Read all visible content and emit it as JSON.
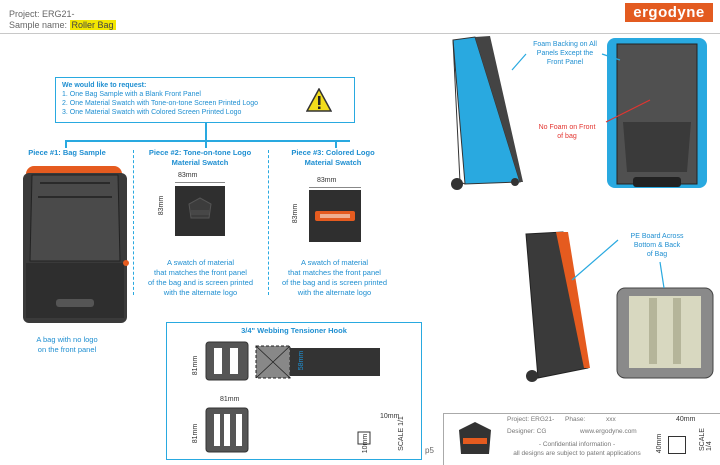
{
  "header": {
    "project_label": "Project: ERG21-",
    "sample_label": "Sample name:",
    "sample_value": "Roller Bag"
  },
  "brand": {
    "logo": "ergodyne"
  },
  "request": {
    "title": "We would like to request:",
    "items": [
      "1. One Bag Sample with a Blank Front Panel",
      "2. One Material Swatch with Tone-on-tone Screen Printed Logo",
      "3. One Material Swatch with Colored Screen Printed Logo"
    ],
    "icon": "warning-icon"
  },
  "piece1": {
    "title": "Piece #1: Bag Sample",
    "caption_1": "A bag with no logo",
    "caption_2": "on the front panel"
  },
  "piece2": {
    "title_1": "Piece #2: Tone-on-tone Logo",
    "title_2": "Material Swatch",
    "w": "83mm",
    "h": "83mm",
    "caption": [
      "A swatch of material",
      "that matches the front panel",
      "of the bag and is screen printed",
      "with the alternate logo"
    ]
  },
  "piece3": {
    "title_1": "Piece #3: Colored Logo",
    "title_2": "Material Swatch",
    "w": "83mm",
    "h": "83mm",
    "caption": [
      "A swatch of material",
      "that matches the front panel",
      "of the bag and is screen printed",
      "with the alternate logo"
    ]
  },
  "callouts": {
    "foam": [
      "Foam Backing on All",
      "Panels Except the",
      "Front Panel"
    ],
    "nofoam": [
      "No Foam on Front",
      "of bag"
    ],
    "pe": [
      "PE Board Across",
      "Bottom & Back",
      "of Bag"
    ]
  },
  "webbing": {
    "title": "3/4\" Webbing Tensioner Hook",
    "d81a": "81mm",
    "d81b": "81mm",
    "d81c": "81mm",
    "d58": "58mm",
    "d10a": "10mm",
    "d10b": "10mm",
    "scale": "SCALE 1/1"
  },
  "titleblock": {
    "project": "Project: ERG21-",
    "phase_label": "Phase:",
    "phase": "xxx",
    "designer": "Designer: CG",
    "site": "www.ergodyne.com",
    "conf1": "- Confidential information -",
    "conf2": "all designs are subject to patent applications",
    "page": "p5",
    "d40a": "40mm",
    "d40b": "40mm",
    "scale": "SCALE 1/4"
  },
  "colors": {
    "accent": "#29a9e0",
    "orange": "#e35b20",
    "bag": "#3a3a3a"
  }
}
